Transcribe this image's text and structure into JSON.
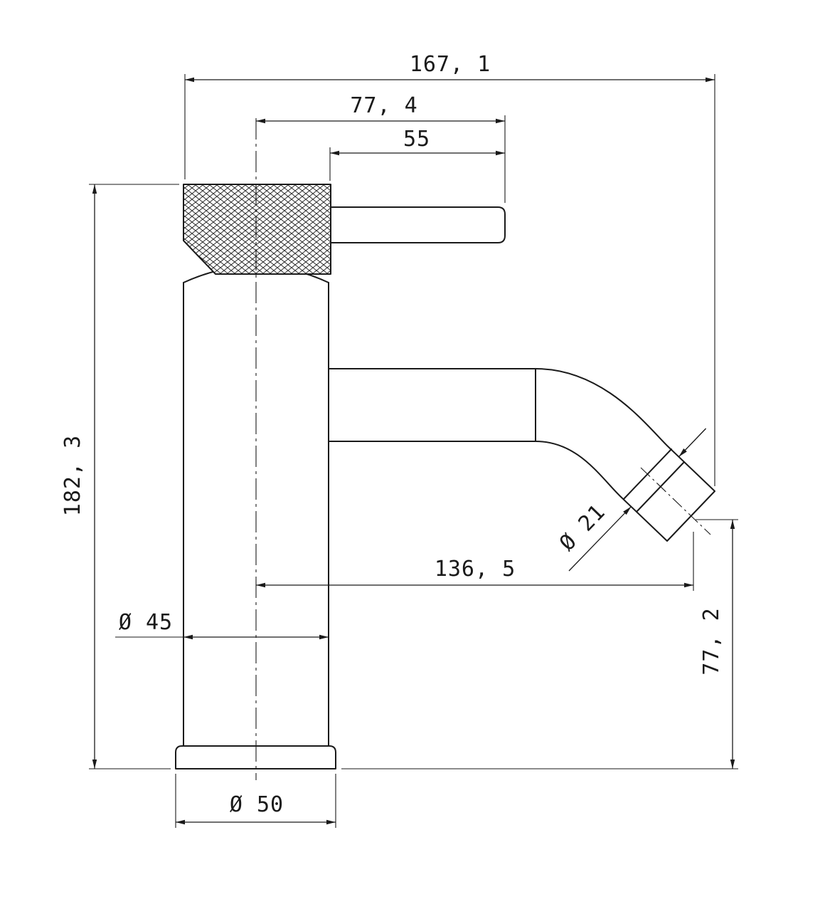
{
  "drawing": {
    "line_color": "#1a1a1a",
    "background_color": "#ffffff",
    "dimensions": {
      "overall_width": "167, 1",
      "handle_projection": "77, 4",
      "lever_length": "55",
      "overall_height": "182, 3",
      "spout_reach": "136, 5",
      "body_diameter": "Ø 45",
      "spout_outlet_diameter": "Ø 21",
      "outlet_height": "77, 2",
      "base_diameter": "Ø 50"
    }
  }
}
